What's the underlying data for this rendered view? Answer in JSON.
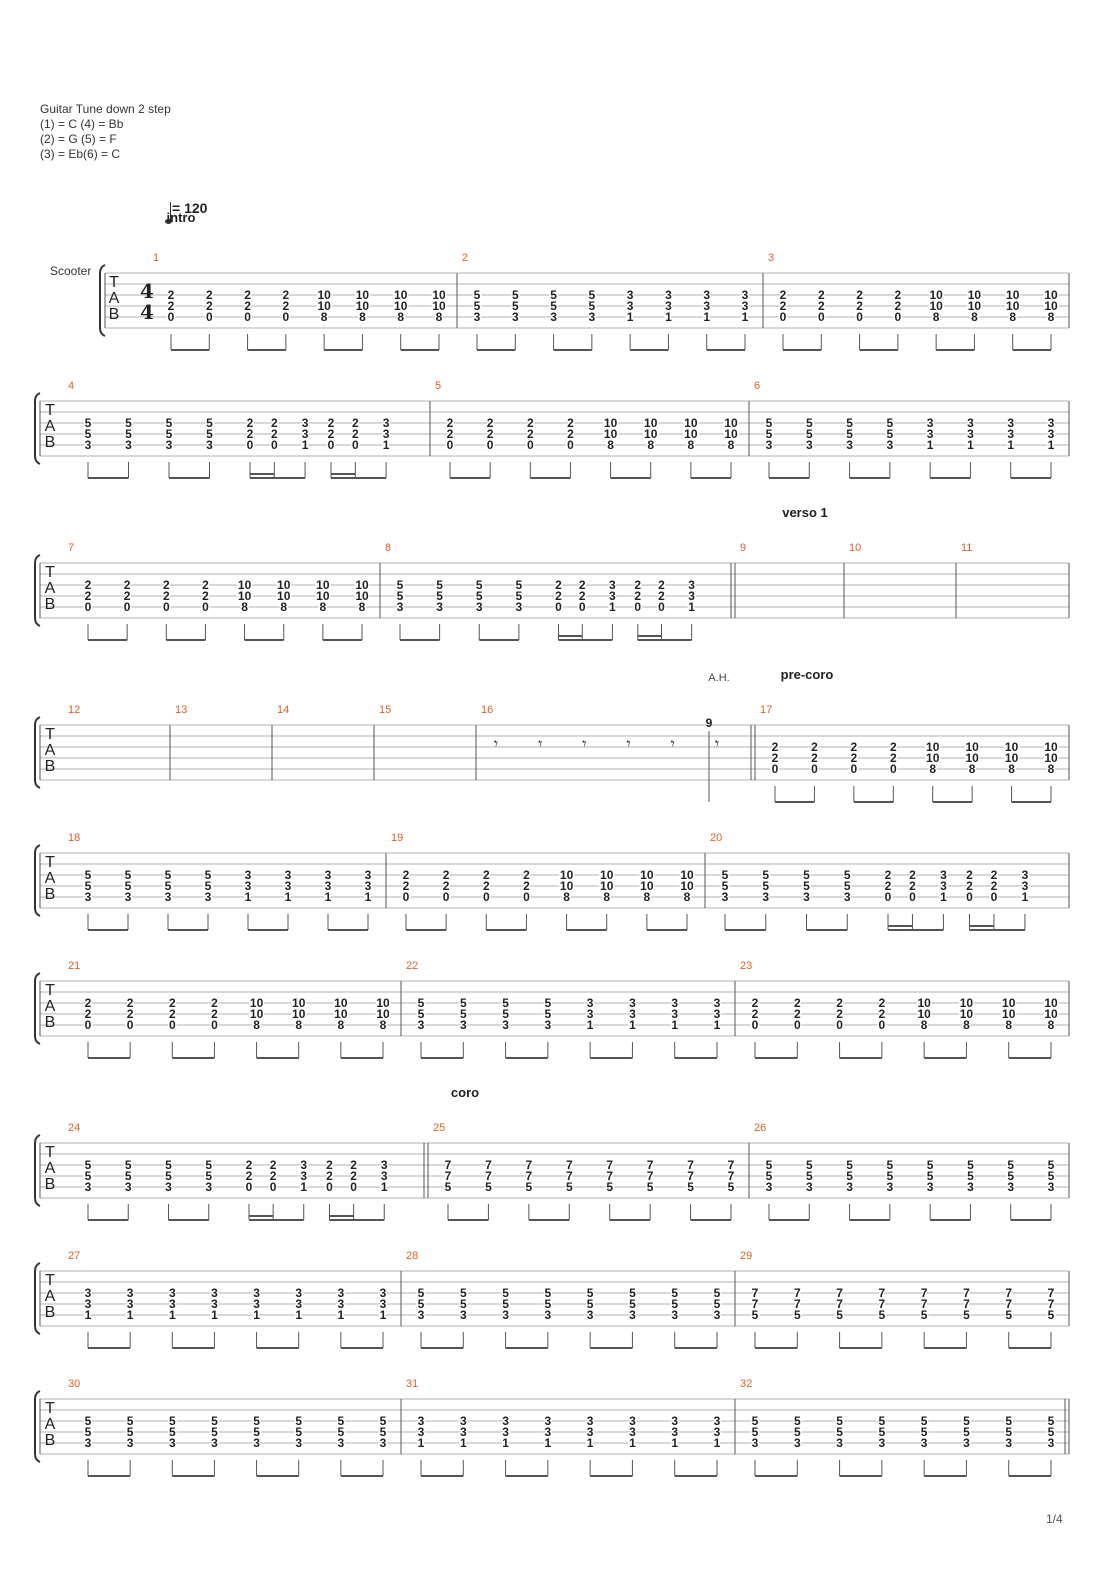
{
  "header": {
    "tuning_title": "Guitar Tune down 2 step",
    "tuning_lines": [
      "(1) = C (4) = Bb",
      "(2) = G (5) = F",
      "(3) = Eb(6) = C"
    ],
    "tempo": "= 120",
    "instrument": "Scooter",
    "time_signature": [
      "4",
      "4"
    ]
  },
  "sections": [
    {
      "label": "intro",
      "measure": 1
    },
    {
      "label": "verso 1",
      "measure": 9
    },
    {
      "label": "pre-coro",
      "measure": 17
    },
    {
      "label": "coro",
      "measure": 25
    }
  ],
  "annotations": [
    {
      "text": "A.H.",
      "measure": 16,
      "fret": "9"
    }
  ],
  "rests": {
    "measure": 16,
    "glyph": "𝄾",
    "count": 6
  },
  "tab_letters": [
    "T",
    "A",
    "B"
  ],
  "chords": {
    "A": [
      "2",
      "2",
      "0"
    ],
    "B": [
      "10",
      "10",
      "8"
    ],
    "C": [
      "5",
      "5",
      "3"
    ],
    "D": [
      "3",
      "3",
      "1"
    ],
    "E": [
      "7",
      "7",
      "5"
    ]
  },
  "measures": [
    {
      "num": "1",
      "pattern": "AAAABBBB"
    },
    {
      "num": "2",
      "pattern": "CCCCDDDD"
    },
    {
      "num": "3",
      "pattern": "AAAABBBB"
    },
    {
      "num": "4",
      "pattern": "riff"
    },
    {
      "num": "5",
      "pattern": "AAAABBBB"
    },
    {
      "num": "6",
      "pattern": "CCCCDDDD"
    },
    {
      "num": "7",
      "pattern": "AAAABBBB"
    },
    {
      "num": "8",
      "pattern": "riff"
    },
    {
      "num": "9",
      "pattern": "empty"
    },
    {
      "num": "10",
      "pattern": "empty"
    },
    {
      "num": "11",
      "pattern": "empty"
    },
    {
      "num": "12",
      "pattern": "empty"
    },
    {
      "num": "13",
      "pattern": "empty"
    },
    {
      "num": "14",
      "pattern": "empty"
    },
    {
      "num": "15",
      "pattern": "empty"
    },
    {
      "num": "16",
      "pattern": "rests"
    },
    {
      "num": "17",
      "pattern": "AAAABBBB"
    },
    {
      "num": "18",
      "pattern": "CCCCDDDD"
    },
    {
      "num": "19",
      "pattern": "AAAABBBB"
    },
    {
      "num": "20",
      "pattern": "riff"
    },
    {
      "num": "21",
      "pattern": "AAAABBBB"
    },
    {
      "num": "22",
      "pattern": "CCCCDDDD"
    },
    {
      "num": "23",
      "pattern": "AAAABBBB"
    },
    {
      "num": "24",
      "pattern": "riff"
    },
    {
      "num": "25",
      "pattern": "EEEEEEEE"
    },
    {
      "num": "26",
      "pattern": "CCCCCCCC"
    },
    {
      "num": "27",
      "pattern": "DDDDDDDD"
    },
    {
      "num": "28",
      "pattern": "CCCCCCCC"
    },
    {
      "num": "29",
      "pattern": "EEEEEEEE"
    },
    {
      "num": "30",
      "pattern": "CCCCCCCC"
    },
    {
      "num": "31",
      "pattern": "DDDDDDDD"
    },
    {
      "num": "32",
      "pattern": "CCCCCCCC"
    }
  ],
  "riff_pattern": [
    "C",
    "C",
    "C",
    "C",
    "A",
    "A",
    "D",
    "A",
    "A",
    "D"
  ],
  "footer": {
    "page": "1/4"
  }
}
